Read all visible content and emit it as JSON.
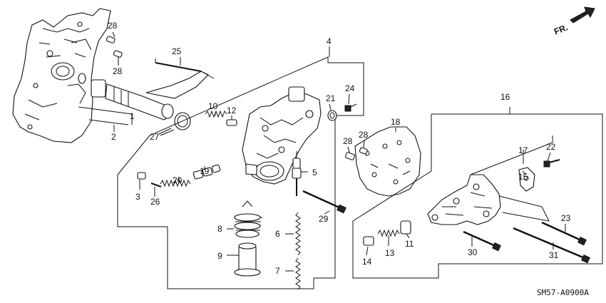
{
  "diagram": {
    "direction_label": "FR.",
    "drawing_code": "SM57-A0900A",
    "callouts": [
      "1",
      "2",
      "3",
      "4",
      "5",
      "6",
      "7",
      "8",
      "9",
      "10",
      "11",
      "12",
      "13",
      "14",
      "15",
      "16",
      "17",
      "18",
      "19",
      "20",
      "21",
      "22",
      "23",
      "24",
      "25",
      "26",
      "27",
      "28",
      "28",
      "28",
      "28",
      "29",
      "30",
      "31"
    ],
    "icons": [
      "front-direction-arrow-icon",
      "transmission-housing",
      "governor-shaft",
      "regulator-valve-body",
      "servo-body",
      "separator-plate",
      "secondary-valve-body"
    ]
  }
}
